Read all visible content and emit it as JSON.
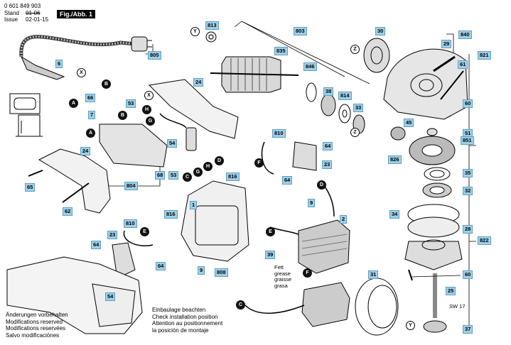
{
  "header": {
    "part_number": "0 601 849 903",
    "stand_label": "Stand",
    "issue_label": "Issue",
    "stand_date_struck": "01-06",
    "issue_date": "02-01-15",
    "figure_tag": "Fig./Abb. 1"
  },
  "notes_left": [
    "Änderungen vorbehalten",
    "Modifications reserved",
    "Modifications reservées",
    "Salvo modificaciónes"
  ],
  "notes_right": [
    "Einbaulage beachten",
    "Check installation position",
    "Attention au positionnement",
    "la posición de montaje"
  ],
  "grease_note": [
    "Fett",
    "grease",
    "graisse",
    "grasa"
  ],
  "wrench_note": "SW 17",
  "part_labels": [
    {
      "id": "813",
      "text": "813"
    },
    {
      "id": "803",
      "text": "803"
    },
    {
      "id": "30",
      "text": "30"
    },
    {
      "id": "840",
      "text": "840"
    },
    {
      "id": "29",
      "text": "29"
    },
    {
      "id": "821",
      "text": "821"
    },
    {
      "id": "805",
      "text": "805"
    },
    {
      "id": "835",
      "text": "835"
    },
    {
      "id": "6",
      "text": "6"
    },
    {
      "id": "846",
      "text": "846"
    },
    {
      "id": "61",
      "text": "61"
    },
    {
      "id": "66",
      "text": "66"
    },
    {
      "id": "24a",
      "text": "24"
    },
    {
      "id": "38",
      "text": "38"
    },
    {
      "id": "814",
      "text": "814"
    },
    {
      "id": "53a",
      "text": "53"
    },
    {
      "id": "33",
      "text": "33"
    },
    {
      "id": "7",
      "text": "7"
    },
    {
      "id": "60a",
      "text": "60"
    },
    {
      "id": "45",
      "text": "45"
    },
    {
      "id": "51",
      "text": "51"
    },
    {
      "id": "851",
      "text": "851"
    },
    {
      "id": "810a",
      "text": "810"
    },
    {
      "id": "54a",
      "text": "54"
    },
    {
      "id": "64a",
      "text": "64"
    },
    {
      "id": "826",
      "text": "826"
    },
    {
      "id": "24b",
      "text": "24"
    },
    {
      "id": "23a",
      "text": "23"
    },
    {
      "id": "68",
      "text": "68"
    },
    {
      "id": "53b",
      "text": "53"
    },
    {
      "id": "35",
      "text": "35"
    },
    {
      "id": "816a",
      "text": "816"
    },
    {
      "id": "64b",
      "text": "64"
    },
    {
      "id": "32",
      "text": "32"
    },
    {
      "id": "65",
      "text": "65"
    },
    {
      "id": "804",
      "text": "804"
    },
    {
      "id": "1",
      "text": "1"
    },
    {
      "id": "9a",
      "text": "9"
    },
    {
      "id": "62",
      "text": "62"
    },
    {
      "id": "816b",
      "text": "816"
    },
    {
      "id": "2",
      "text": "2"
    },
    {
      "id": "34",
      "text": "34"
    },
    {
      "id": "810b",
      "text": "810"
    },
    {
      "id": "28",
      "text": "28"
    },
    {
      "id": "23b",
      "text": "23"
    },
    {
      "id": "822",
      "text": "822"
    },
    {
      "id": "64c",
      "text": "64"
    },
    {
      "id": "39",
      "text": "39"
    },
    {
      "id": "64d",
      "text": "64"
    },
    {
      "id": "9b",
      "text": "9"
    },
    {
      "id": "808",
      "text": "808"
    },
    {
      "id": "31",
      "text": "31"
    },
    {
      "id": "60b",
      "text": "60"
    },
    {
      "id": "25",
      "text": "25"
    },
    {
      "id": "54b",
      "text": "54"
    },
    {
      "id": "37",
      "text": "37"
    }
  ],
  "connector_letters": [
    {
      "id": "Y1",
      "text": "Y"
    },
    {
      "id": "Z1",
      "text": "Z"
    },
    {
      "id": "X1",
      "text": "X"
    },
    {
      "id": "B1",
      "text": "B"
    },
    {
      "id": "A1",
      "text": "A"
    },
    {
      "id": "X2",
      "text": "X"
    },
    {
      "id": "Z2",
      "text": "Z"
    },
    {
      "id": "H1",
      "text": "H"
    },
    {
      "id": "B2",
      "text": "B"
    },
    {
      "id": "G1",
      "text": "G"
    },
    {
      "id": "A2",
      "text": "A"
    },
    {
      "id": "F1",
      "text": "F"
    },
    {
      "id": "D1",
      "text": "D"
    },
    {
      "id": "H2",
      "text": "H"
    },
    {
      "id": "G2",
      "text": "G"
    },
    {
      "id": "C1",
      "text": "C"
    },
    {
      "id": "D2",
      "text": "D"
    },
    {
      "id": "E1",
      "text": "E"
    },
    {
      "id": "E2",
      "text": "E"
    },
    {
      "id": "F2",
      "text": "F"
    },
    {
      "id": "C2",
      "text": "C"
    },
    {
      "id": "Y2",
      "text": "Y"
    }
  ]
}
